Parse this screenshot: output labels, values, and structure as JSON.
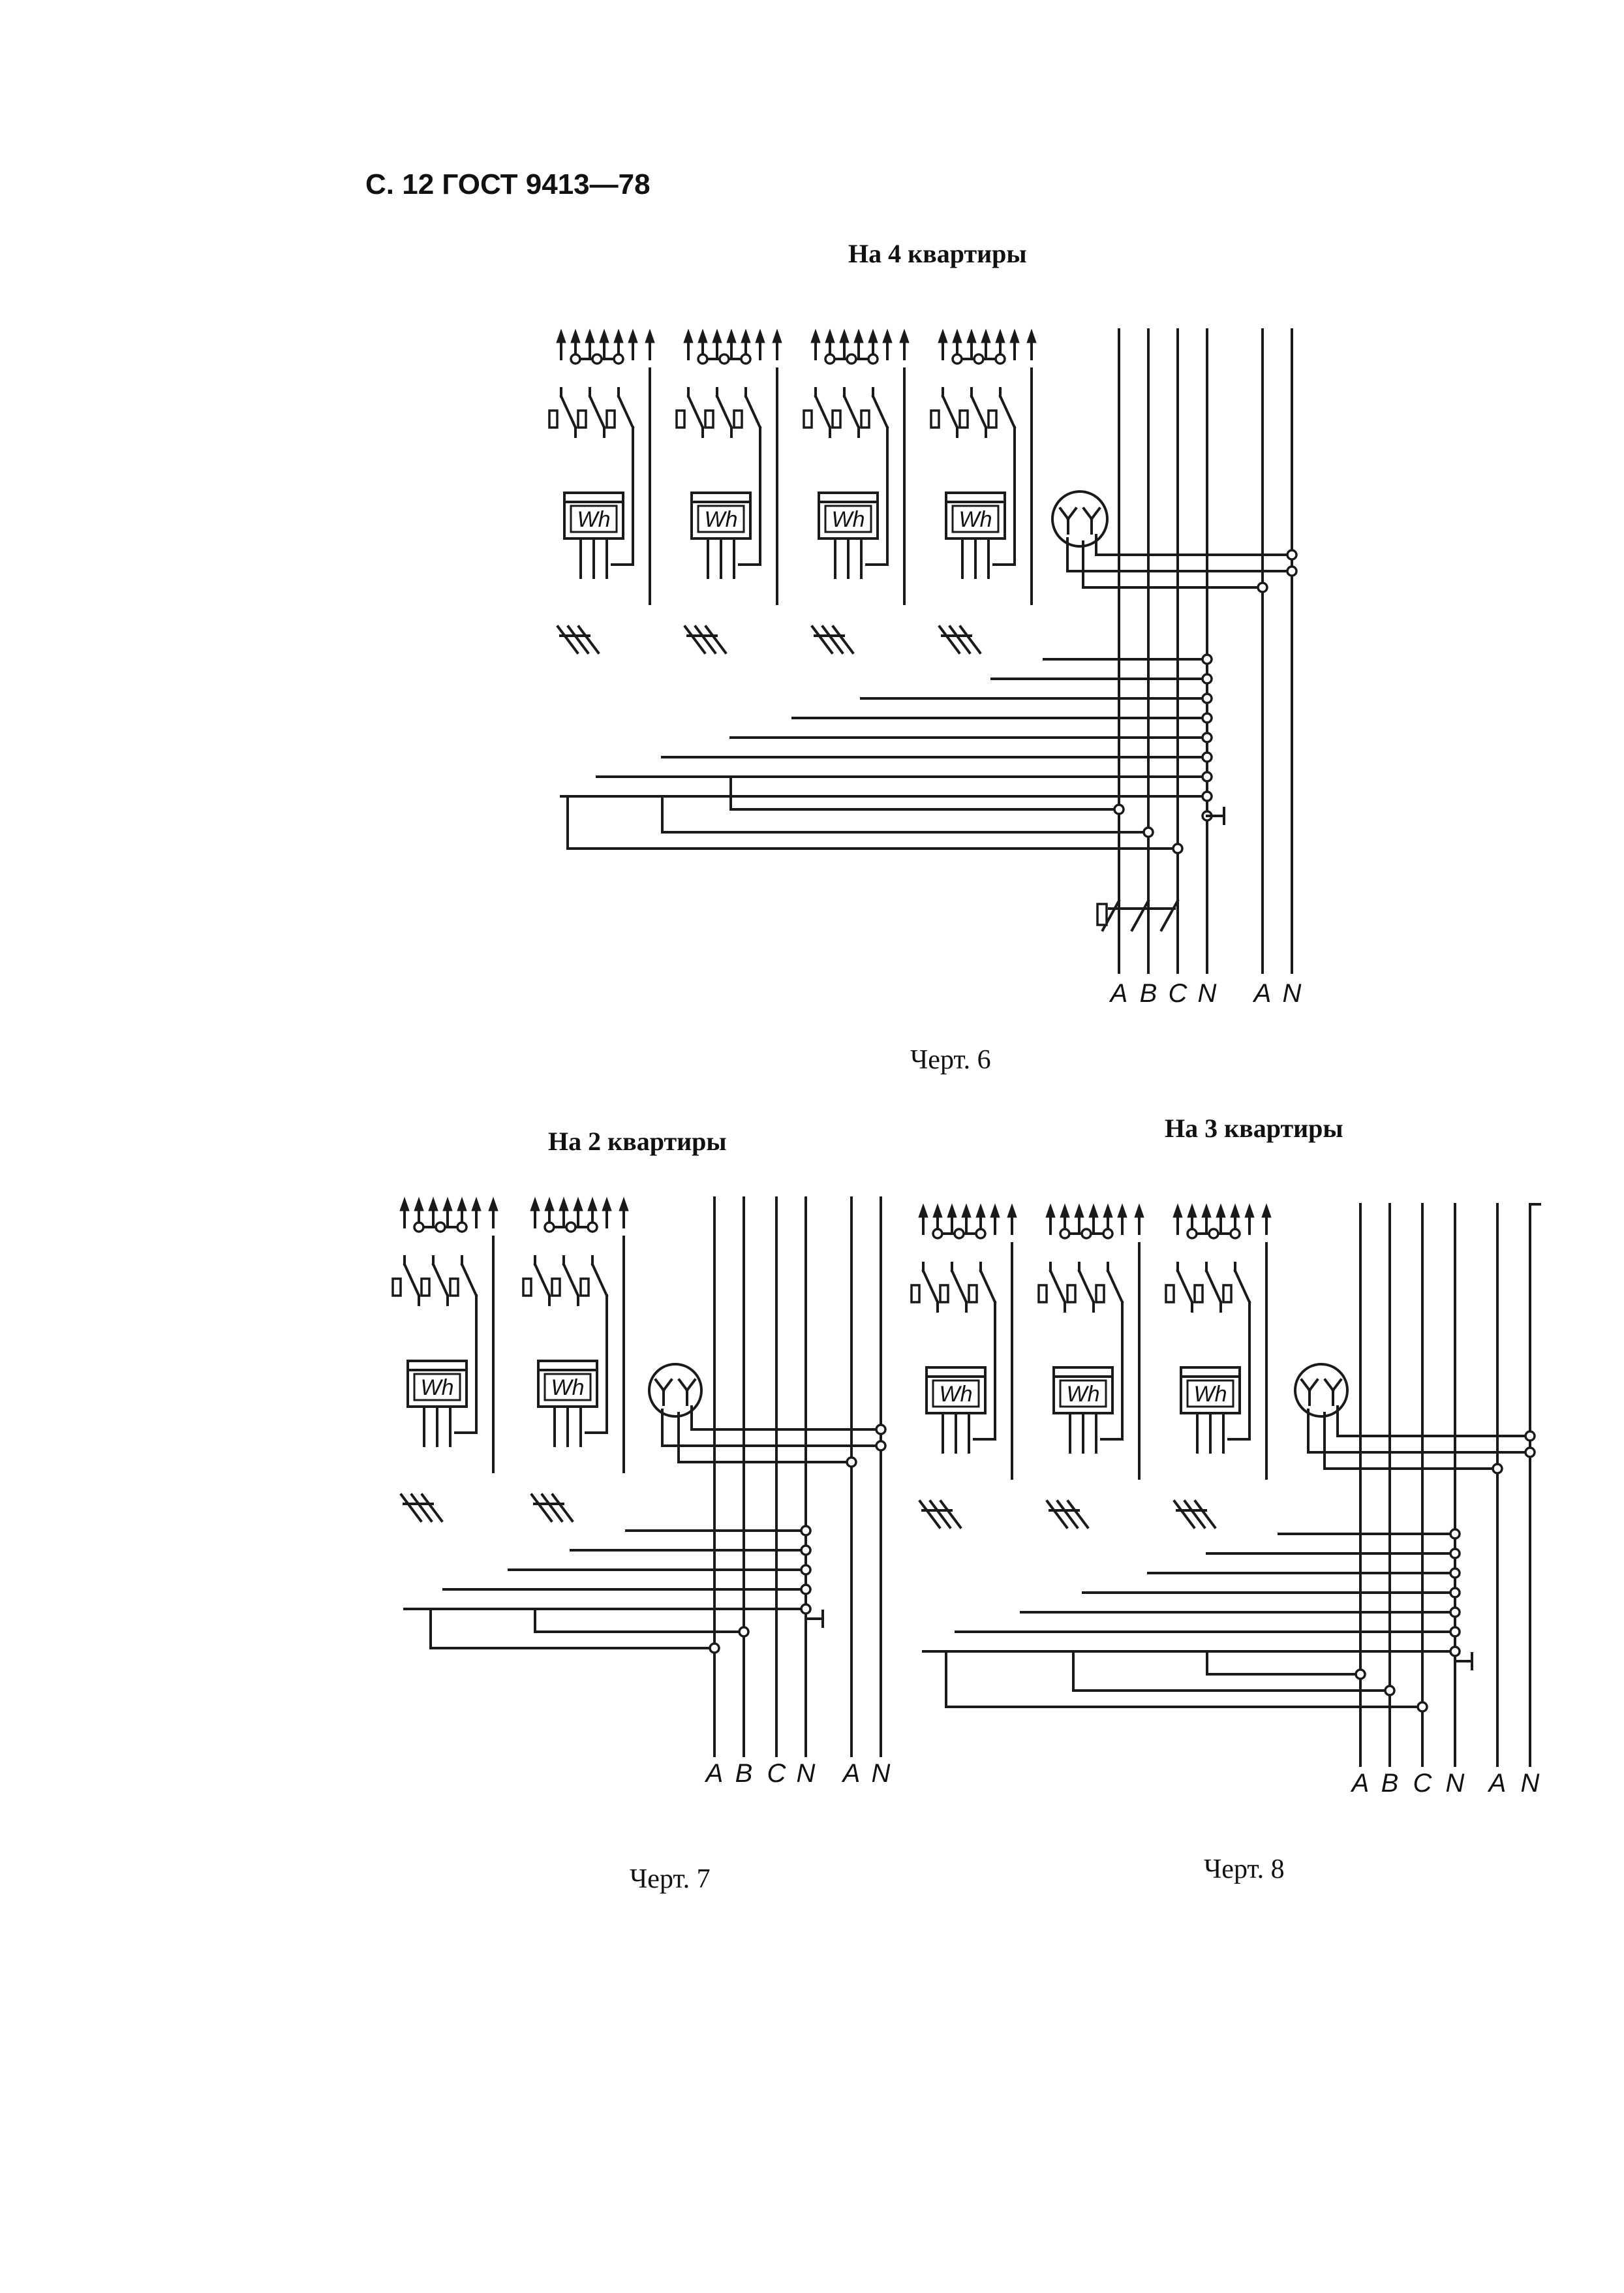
{
  "header": {
    "text": "С. 12 ГОСТ 9413—78"
  },
  "figures": [
    {
      "id": "fig6",
      "title": "На 4 квартиры",
      "caption": "Черт. 6",
      "meter_label": "Wh",
      "bus_labels": [
        "A",
        "B",
        "C",
        "N",
        "A",
        "N"
      ]
    },
    {
      "id": "fig7",
      "title": "На 2 квартиры",
      "caption": "Черт. 7",
      "meter_label": "Wh",
      "bus_labels": [
        "A",
        "B",
        "C",
        "N",
        "A",
        "N"
      ]
    },
    {
      "id": "fig8",
      "title": "На 3 квартиры",
      "caption": "Черт. 8",
      "meter_label": "Wh",
      "bus_labels": [
        "A",
        "B",
        "C",
        "N",
        "A",
        "N"
      ]
    }
  ]
}
